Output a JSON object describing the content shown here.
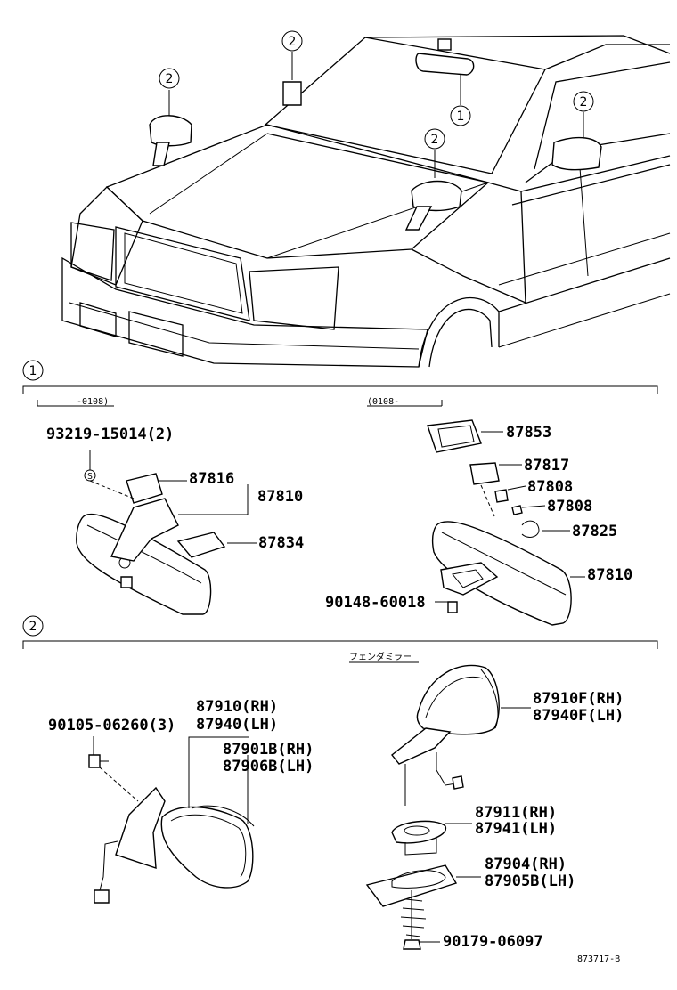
{
  "callouts": {
    "one": "1",
    "two": "2"
  },
  "section1": {
    "left_range": "-0108)",
    "right_range": "(0108-",
    "labels": {
      "p93219": "93219-15014(2)",
      "p87816": "87816",
      "p87810_left": "87810",
      "p87834": "87834",
      "p87853": "87853",
      "p87817": "87817",
      "p87808_a": "87808",
      "p87808_b": "87808",
      "p87825": "87825",
      "p87810_right": "87810",
      "p90148": "90148-60018"
    }
  },
  "section2": {
    "subtitle": "フェンダミラー",
    "labels": {
      "p90105": "90105-06260(3)",
      "p87910": "87910(RH)",
      "p87940": "87940(LH)",
      "p87901B": "87901B(RH)",
      "p87906B": "87906B(LH)",
      "p87910F": "87910F(RH)",
      "p87940F": "87940F(LH)",
      "p87911": "87911(RH)",
      "p87941": "87941(LH)",
      "p87904": "87904(RH)",
      "p87905B": "87905B(LH)",
      "p90179": "90179-06097"
    }
  },
  "drawing_code": "873717-B"
}
